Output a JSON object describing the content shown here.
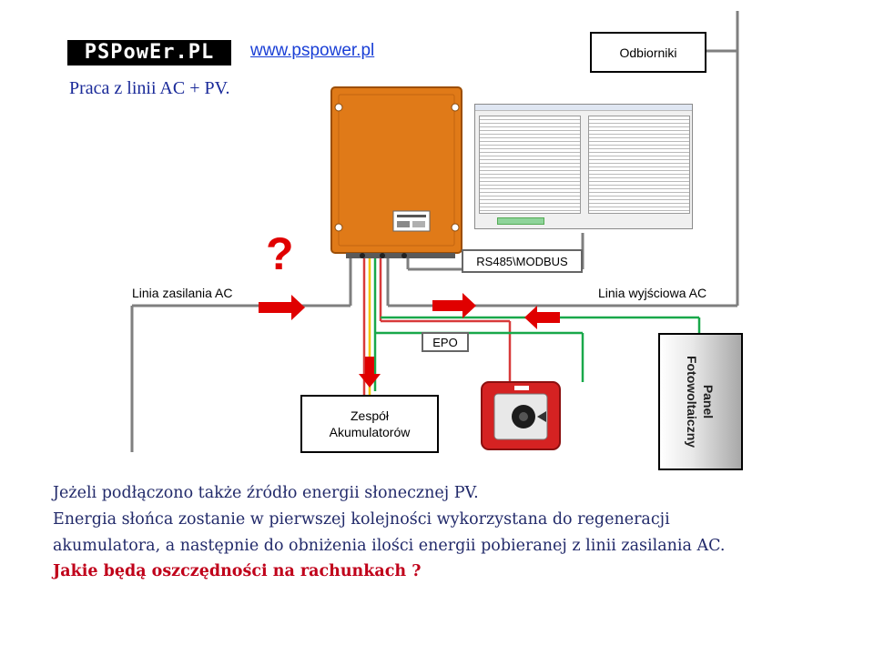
{
  "header": {
    "logo_text": "PSPowEr.PL",
    "website": "www.pspower.pl",
    "mode_title": "Praca z linii AC + PV."
  },
  "diagram": {
    "loads_box": "Odbiorniki",
    "modbus_box": "RS485\\MODBUS",
    "ac_supply_label": "Linia zasilania AC",
    "ac_output_label": "Linia wyjściowa AC",
    "epo_box": "EPO",
    "battery_box_line1": "Zespół",
    "battery_box_line2": "Akumulatorów",
    "pv_panel_line1": "Panel",
    "pv_panel_line2": "Fotowoltaiczny",
    "question_mark": "?",
    "colors": {
      "arrow": "#e00000",
      "wire_gray": "#7f7f7f",
      "wire_red": "#d83a3a",
      "wire_green": "#19a84a",
      "wire_yellow": "#f5c400",
      "inverter": "#e07a18",
      "pv_gradient_end": "#a8a8a8"
    },
    "icons": {
      "inverter": "inverter-cabinet-image",
      "epo_switch": "emergency-stop-switch-image",
      "software": "configuration-software-screenshot"
    }
  },
  "text": {
    "line1": "Jeżeli podłączono także źródło energii słonecznej  PV.",
    "line2": "Energia słońca zostanie w pierwszej kolejności wykorzystana do regeneracji",
    "line3": "akumulatora, a następnie do obniżenia ilości energii pobieranej z linii zasilania AC.",
    "question": "Jakie będą oszczędności na rachunkach ?"
  }
}
